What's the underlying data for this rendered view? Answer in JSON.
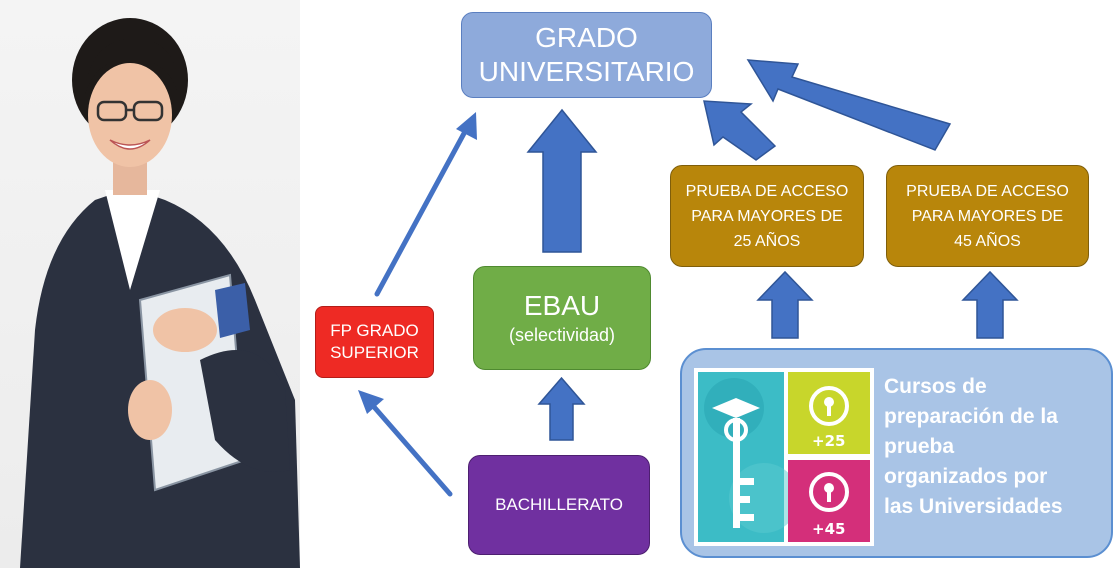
{
  "diagram": {
    "grado": [
      "GRADO",
      "UNIVERSITARIO"
    ],
    "fp": [
      "FP GRADO",
      "SUPERIOR"
    ],
    "ebau": {
      "title": "EBAU",
      "subtitle": "(selectividad)"
    },
    "bachillerato": "BACHILLERATO",
    "prueba25": [
      "PRUEBA DE ACCESO",
      "PARA MAYORES DE",
      "25 AÑOS"
    ],
    "prueba45": [
      "PRUEBA DE ACCESO",
      "PARA MAYORES DE",
      "45 AÑOS"
    ],
    "cursos": [
      "Cursos de",
      "preparación de la",
      "prueba",
      "organizados por",
      "las Universidades"
    ],
    "logo": {
      "badge25": "+25",
      "badge45": "+45"
    }
  },
  "colors": {
    "grado": "#8eaadb",
    "fp": "#ee2a24",
    "ebau": "#70ad47",
    "bachillerato": "#7030a0",
    "prueba": "#b8860b",
    "cursos": "#a9c4e6",
    "arrow": "#4472c4"
  }
}
